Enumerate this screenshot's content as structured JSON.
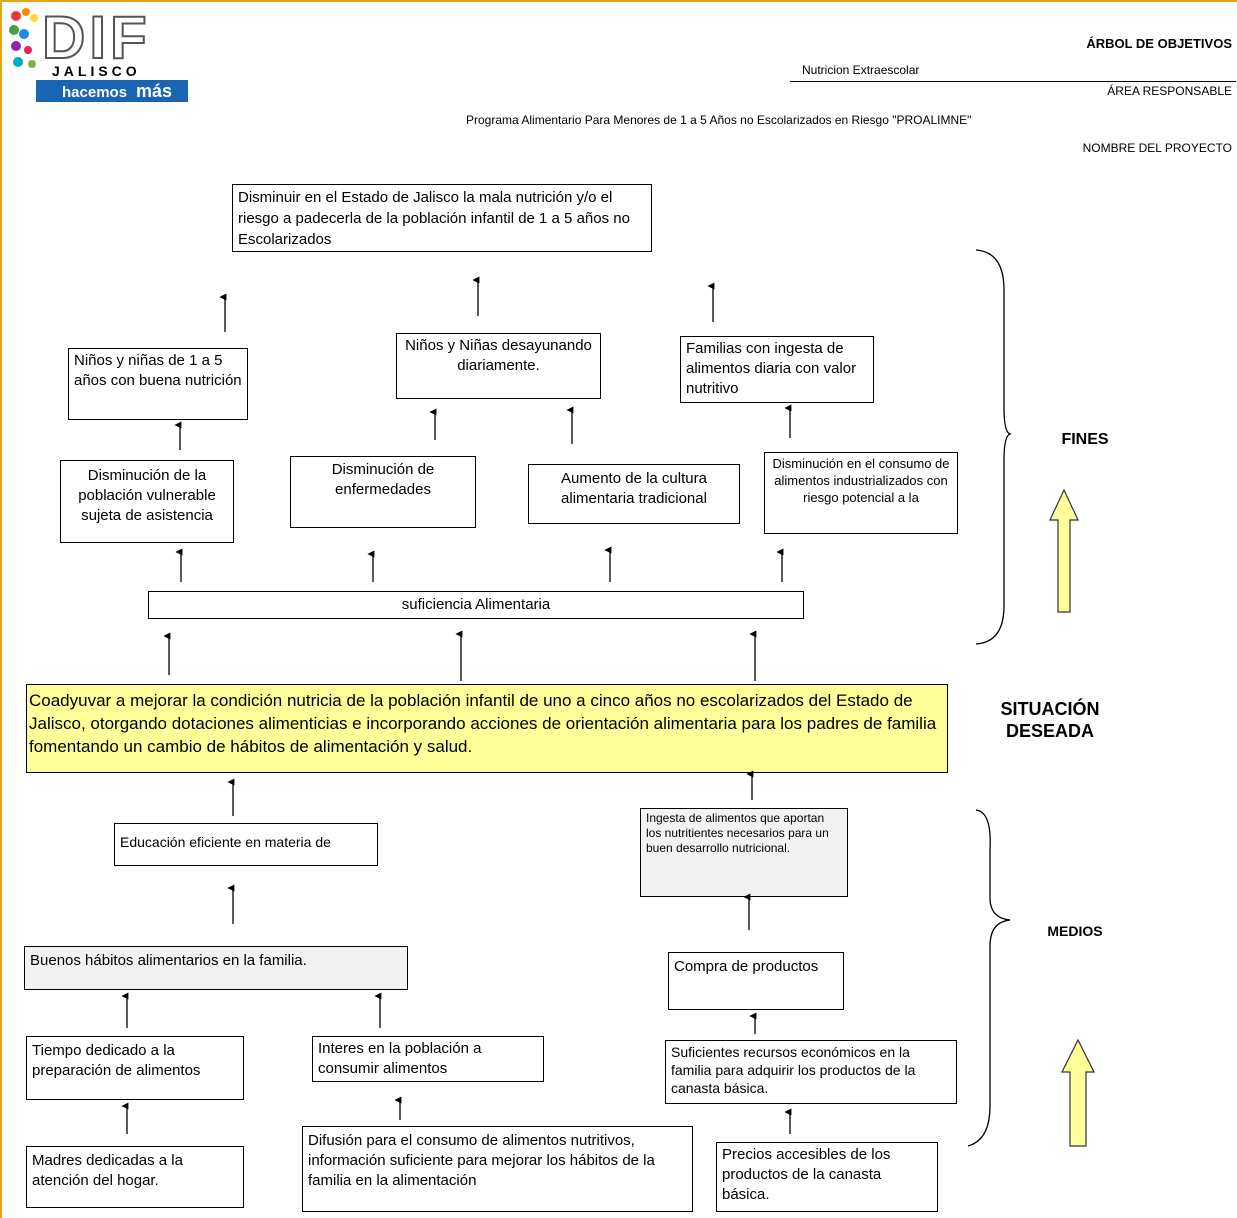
{
  "header": {
    "title": "ÁRBOL DE OBJETIVOS",
    "area_value": "Nutricion Extraescolar",
    "area_label": "ÁREA RESPONSABLE",
    "project_value": "Programa Alimentario Para Menores de 1 a 5 Años no Escolarizados en Riesgo  \"PROALIMNE\"",
    "project_label": "NOMBRE DEL PROYECTO"
  },
  "logo": {
    "text_main": "DIF",
    "text_sub": "JALISCO",
    "slogan_a": "hacemos",
    "slogan_b": "más"
  },
  "labels": {
    "fines": "FINES",
    "situacion_1": "SITUACIÓN",
    "situacion_2": "DESEADA",
    "medios": "MEDIOS"
  },
  "boxes": {
    "top_goal": "Disminuir en  el Estado de Jalisco la mala nutrición  y/o  el riesgo a padecerla de la población infantil de 1 a 5 años  no Escolarizados",
    "ninos_nutricion": "Niños y niñas de 1 a 5 años con buena nutrición",
    "ninos_desayunando": "Niños y Niñas desayunando diariamente.",
    "familias_ingesta": "Familias con ingesta de alimentos  diaria con valor nutritivo",
    "disminucion_poblacion": "Disminución de la población vulnerable sujeta de asistencia",
    "disminucion_enfermedades": "Disminución  de enfermedades",
    "aumento_cultura": "Aumento de la cultura alimentaria tradicional",
    "disminucion_consumo": "Disminución  en el consumo de alimentos industrializados con riesgo potencial a la",
    "suficiencia": "suficiencia Alimentaria",
    "situacion_text": "Coadyuvar a mejorar la condición nutricia de la población infantil de uno  a cinco años no escolarizados del Estado de Jalisco,  otorgando dotaciones  alimenticias  e incorporando acciones  de orientación alimentaria  para los padres  de familia fomentando  un cambio de hábitos de alimentación y salud.",
    "educacion": "Educación eficiente en materia de",
    "ingesta_nutrientes": "Ingesta de alimentos que aportan los nutritientes necesarios para un buen desarrollo nutricional.",
    "buenos_habitos": "Buenos hábitos alimentarios en la familia.",
    "compra": "Compra de productos",
    "tiempo": "Tiempo dedicado a la preparación de alimentos",
    "interes": "Interes  en la población a consumir alimentos",
    "recursos": "Suficientes recursos económicos en la familia para adquirir los productos de la canasta básica.",
    "madres": "Madres dedicadas a la atención del hogar.",
    "difusion": "Difusión para el consumo de alimentos nutritivos,  información suficiente para mejorar los hábitos de la familia en la alimentación",
    "precios": "Precios accesibles de los productos de la  canasta básica."
  },
  "colors": {
    "frame": "#e8a317",
    "situacion_fill": "#ffff99",
    "gray_fill": "#f2f2f2",
    "arrow_fill": "#ffff99",
    "logo_blue": "#1a64b4"
  }
}
